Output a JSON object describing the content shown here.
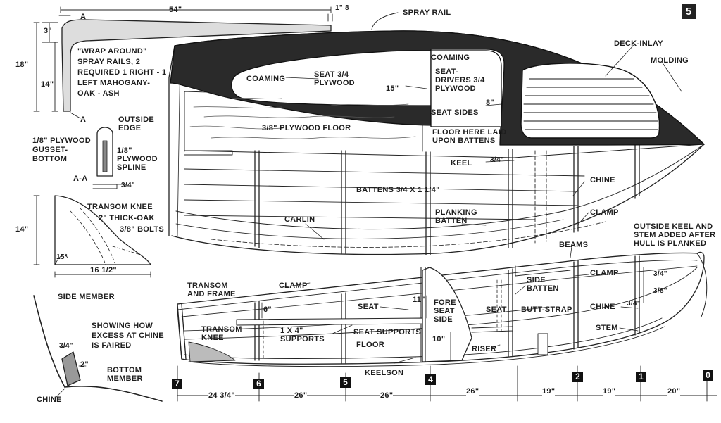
{
  "figure_number": "5",
  "labels": {
    "dim_54": "54\"",
    "dim_1_8": "1\" 8",
    "spray_rail": "SPRAY RAIL",
    "a_top": "A",
    "a_bottom": "A",
    "dim_3": "3\"",
    "dim_18": "18\"",
    "dim_14a": "14\"",
    "wrap_note": "\"WRAP AROUND\" SPRAY RAILS, 2 REQUIRED 1 RIGHT - 1 LEFT MAHOGANY- OAK - ASH",
    "coaming_left": "COAMING",
    "seat_34": "SEAT 3/4 PLYWOOD",
    "dim_15": "15\"",
    "coaming_right": "COAMING",
    "seat_drivers": "SEAT- DRIVERS 3/4 PLYWOOD",
    "dim_8": "8\"",
    "seat_sides": "SEAT SIDES",
    "deck_inlay": "DECK-INLAY",
    "molding": "MOLDING",
    "outside_edge": "OUTSIDE EDGE",
    "gusset": "1/8\" PLYWOOD GUSSET- BOTTOM",
    "spline": "1/8\" PLYWOOD SPLINE",
    "aa": "A-A",
    "dim_34a": "3/4\"",
    "plywood_floor": "3/8\" PLYWOOD FLOOR",
    "floor_laid": "FLOOR HERE LAID UPON BATTENS",
    "keel": "KEEL",
    "dim_34b": "3/4\"",
    "chine_top": "CHINE",
    "battens": "BATTENS 3/4 X 1 1/4\"",
    "clamp_top": "CLAMP",
    "transom_knee_title": "TRANSOM KNEE",
    "two_thick_oak": "2\" THICK-OAK",
    "bolts": "3/8\" BOLTS",
    "dim_14b": "14\"",
    "dim_15deg": "15°",
    "dim_16_5": "16 1/2\"",
    "carlin": "CARLIN",
    "planking_batten": "PLANKING BATTEN",
    "outside_keel": "OUTSIDE KEEL AND STEM ADDED AFTER HULL IS PLANKED",
    "beams": "BEAMS",
    "transom_frame": "TRANSOM AND FRAME",
    "clamp_side": "CLAMP",
    "side_batten": "SIDE BATTEN",
    "clamp_bow": "CLAMP",
    "dim_34c": "3/4\"",
    "dim_38": "3/8\"",
    "side_member": "SIDE MEMBER",
    "dim_6": "6\"",
    "dim_11": "11\"",
    "seat_side": "SEAT",
    "fore_seat_side": "FORE SEAT SIDE",
    "seat_fore": "SEAT",
    "butt_strap": "BUTT-STRAP",
    "chine_side": "CHINE",
    "dim_34d": "3/4\"",
    "showing_excess": "SHOWING HOW EXCESS AT CHINE IS FAIRED",
    "transom_knee_side": "TRANSOM KNEE",
    "supports": "1 X 4\" SUPPORTS",
    "seat_supports": "SEAT SUPPORTS",
    "floor": "FLOOR",
    "riser": "RISER",
    "stem": "STEM",
    "dim_10": "10\"",
    "dim_34e": "3/4\"",
    "dim_2": "2\"",
    "bottom_member": "BOTTOM MEMBER",
    "keelson": "KEELSON",
    "chine_detail": "CHINE"
  },
  "stations": [
    "7",
    "6",
    "5",
    "4",
    "2",
    "1",
    "0"
  ],
  "spacing": [
    "24 3/4\"",
    "26\"",
    "26\"",
    "26\"",
    "19\"",
    "19\"",
    "20\""
  ]
}
